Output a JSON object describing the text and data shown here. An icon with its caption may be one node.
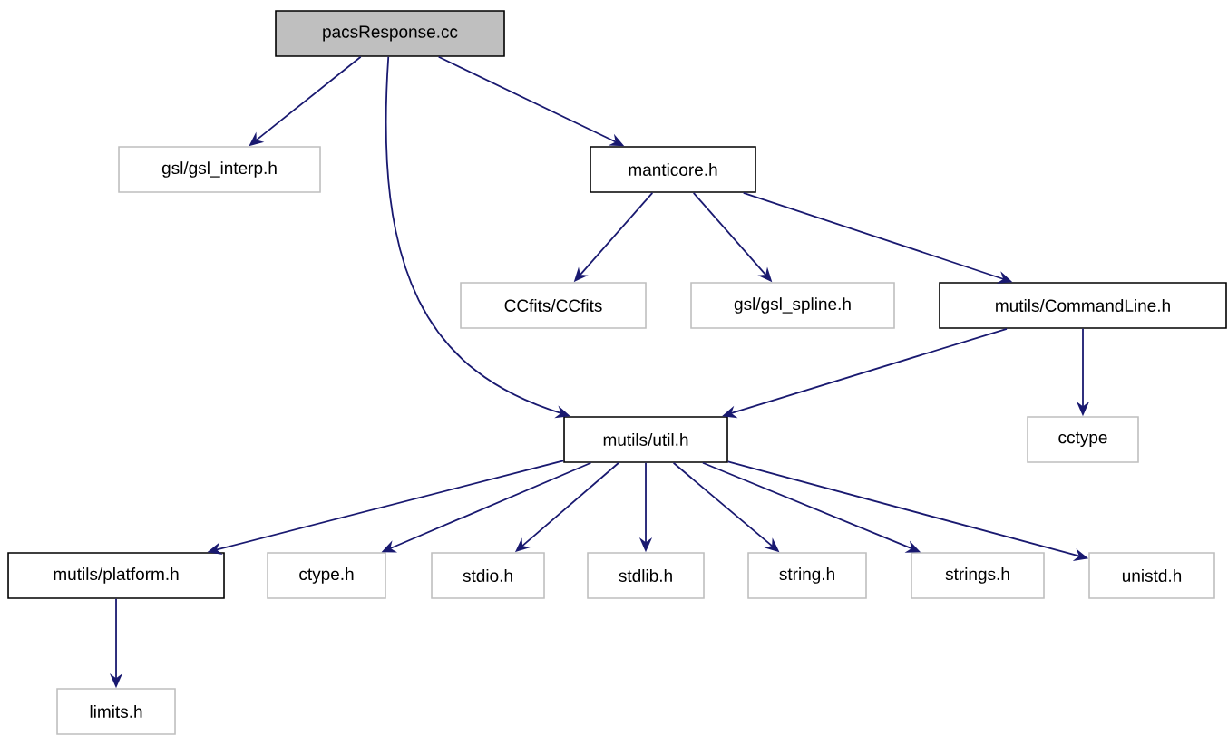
{
  "diagram": {
    "nodes": [
      {
        "text": [
          "pacsResponse.cc"
        ]
      },
      {
        "text": [
          "gsl/gsl_interp.h"
        ]
      },
      {
        "text": [
          "manticore.h"
        ]
      },
      {
        "text": [
          "CCfits/CCfits"
        ]
      },
      {
        "text": [
          "gsl/gsl_spline.h"
        ]
      },
      {
        "text": [
          "mutils/CommandLine.h"
        ]
      },
      {
        "text": [
          "mutils/util.h"
        ]
      },
      {
        "text": [
          "cctype"
        ]
      },
      {
        "text": [
          "mutils/platform.h"
        ]
      },
      {
        "text": [
          "ctype.h"
        ]
      },
      {
        "text": [
          "stdio.h"
        ]
      },
      {
        "text": [
          "stdlib.h"
        ]
      },
      {
        "text": [
          "string.h"
        ]
      },
      {
        "text": [
          "strings.h"
        ]
      },
      {
        "text": [
          "unistd.h"
        ]
      },
      {
        "text": [
          "limits.h"
        ]
      }
    ],
    "edges": [
      {
        "from": 0,
        "to": 1,
        "arrow": "to"
      },
      {
        "from": 0,
        "to": 6,
        "arrow": "to"
      },
      {
        "from": 0,
        "to": 2,
        "arrow": "to"
      },
      {
        "from": 2,
        "to": 3,
        "arrow": "to"
      },
      {
        "from": 2,
        "to": 4,
        "arrow": "to"
      },
      {
        "from": 2,
        "to": 5,
        "arrow": "to"
      },
      {
        "from": 5,
        "to": 6,
        "arrow": "to"
      },
      {
        "from": 5,
        "to": 7,
        "arrow": "to"
      },
      {
        "from": 6,
        "to": 8,
        "arrow": "to"
      },
      {
        "from": 6,
        "to": 9,
        "arrow": "to"
      },
      {
        "from": 6,
        "to": 10,
        "arrow": "to"
      },
      {
        "from": 6,
        "to": 11,
        "arrow": "to"
      },
      {
        "from": 6,
        "to": 12,
        "arrow": "to"
      },
      {
        "from": 6,
        "to": 13,
        "arrow": "to"
      },
      {
        "from": 6,
        "to": 14,
        "arrow": "to"
      },
      {
        "from": 8,
        "to": 15,
        "arrow": "to"
      }
    ]
  }
}
